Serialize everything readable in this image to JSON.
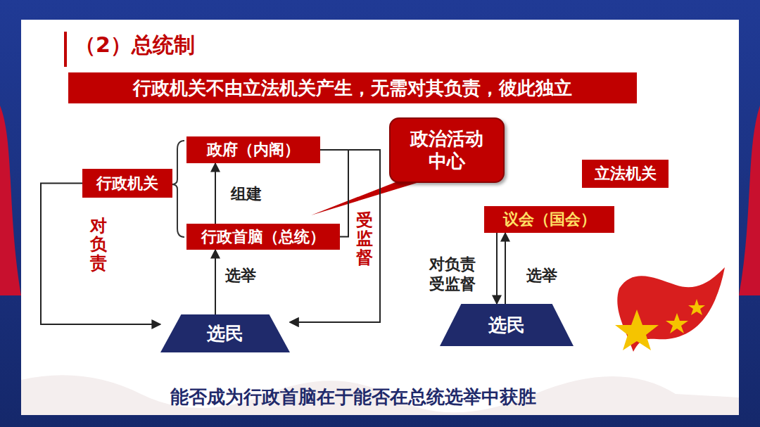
{
  "diagram": {
    "title": "（2）总统制",
    "caption": "能否成为行政首脑在于能否在总统选举中获胜",
    "nodes": [
      {
        "text": [
          "行政机关不由立法机关产生，无需对其负责，彼此独立"
        ]
      },
      {
        "text": [
          "政府（内阁）"
        ]
      },
      {
        "text": [
          "政治活动中心"
        ]
      },
      {
        "text": [
          "行政机关"
        ]
      },
      {
        "text": [
          "立法机关"
        ]
      },
      {
        "text": [
          "议会（国会）"
        ]
      },
      {
        "text": [
          "行政首脑（总统）"
        ]
      },
      {
        "text": [
          "选民"
        ]
      },
      {
        "text": [
          "选民"
        ]
      }
    ],
    "edges": [
      {
        "from": 6,
        "to": 1,
        "arrow": "to",
        "label": "组建"
      },
      {
        "from": 7,
        "to": 6,
        "arrow": "to",
        "label": "选举"
      },
      {
        "from": 3,
        "to": 7,
        "arrow": "to",
        "label": "对负责"
      },
      {
        "from": 1,
        "to": 7,
        "arrow": "to",
        "label": "受监督"
      },
      {
        "from": 6,
        "to": 7,
        "arrow": "to"
      },
      {
        "from": 8,
        "to": 5,
        "arrow": "to",
        "label": "选举"
      },
      {
        "from": 5,
        "to": 8,
        "arrow": "to",
        "label": "对负责 受监督"
      }
    ]
  }
}
